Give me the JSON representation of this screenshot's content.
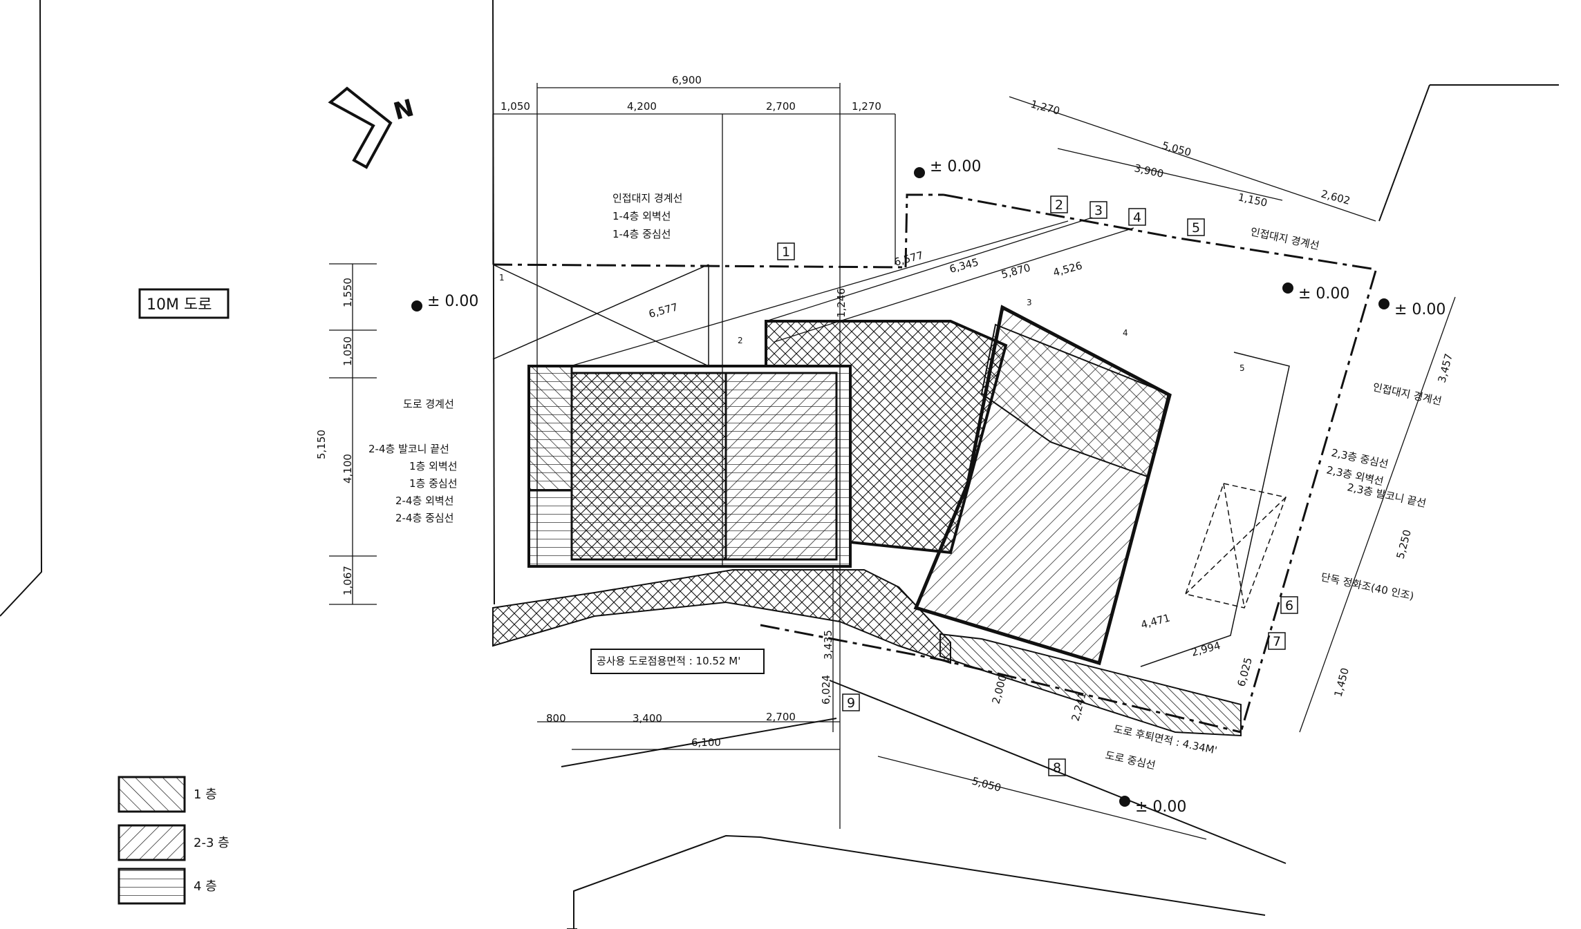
{
  "road_label": "10M 도로",
  "north_label": "N",
  "level_marks": [
    "± 0.00",
    "± 0.00",
    "± 0.00",
    "± 0.00",
    "± 0.00"
  ],
  "left_labels": [
    "도로 경계선",
    "2-4층 발코니 끝선",
    "1층 외벽선",
    "1층 중심선",
    "2-4층 외벽선",
    "2-4층 중심선"
  ],
  "top_labels": [
    "인접대지 경계선",
    "1-4층 외벽선",
    "1-4층 중심선"
  ],
  "right_labels": [
    "인접대지 경계선",
    "인접대지 경계선",
    "2,3층 중심선",
    "2,3층 외벽선",
    "2,3층 발코니 끝선",
    "단독 정화조(40 인조)"
  ],
  "road_area": "공사용 도로점용면적 : 10.52 M'",
  "setback_area": "도로 후퇴면적 : 4.34M'",
  "road_center": "도로 중심선",
  "point_numbers": [
    "1",
    "2",
    "3",
    "4",
    "5",
    "6",
    "7",
    "8",
    "9"
  ],
  "small_numbers": [
    "1",
    "2",
    "3",
    "4",
    "5"
  ],
  "dims_top": [
    "6,900",
    "1,050",
    "4,200",
    "2,700",
    "1,270"
  ],
  "dims_left": [
    "1,550",
    "1,050",
    "5,150",
    "4,100",
    "1,067"
  ],
  "dims_bottom": [
    "800",
    "3,400",
    "2,700",
    "6,100"
  ],
  "dims_mid": [
    "3,435",
    "6,024",
    "6,577",
    "1,246",
    "6,577",
    "6,345",
    "5,870",
    "4,526"
  ],
  "dims_right_top": [
    "1,270",
    "5,050",
    "3,900",
    "1,150",
    "2,602"
  ],
  "dims_right_side": [
    "3,457",
    "5,250",
    "1,450",
    "6,025"
  ],
  "dims_right_bottom": [
    "5,050",
    "2,000",
    "2,241",
    "4,471",
    "2,994"
  ],
  "legend": [
    {
      "label": "1 층"
    },
    {
      "label": "2-3 층"
    },
    {
      "label": "4 층"
    }
  ]
}
